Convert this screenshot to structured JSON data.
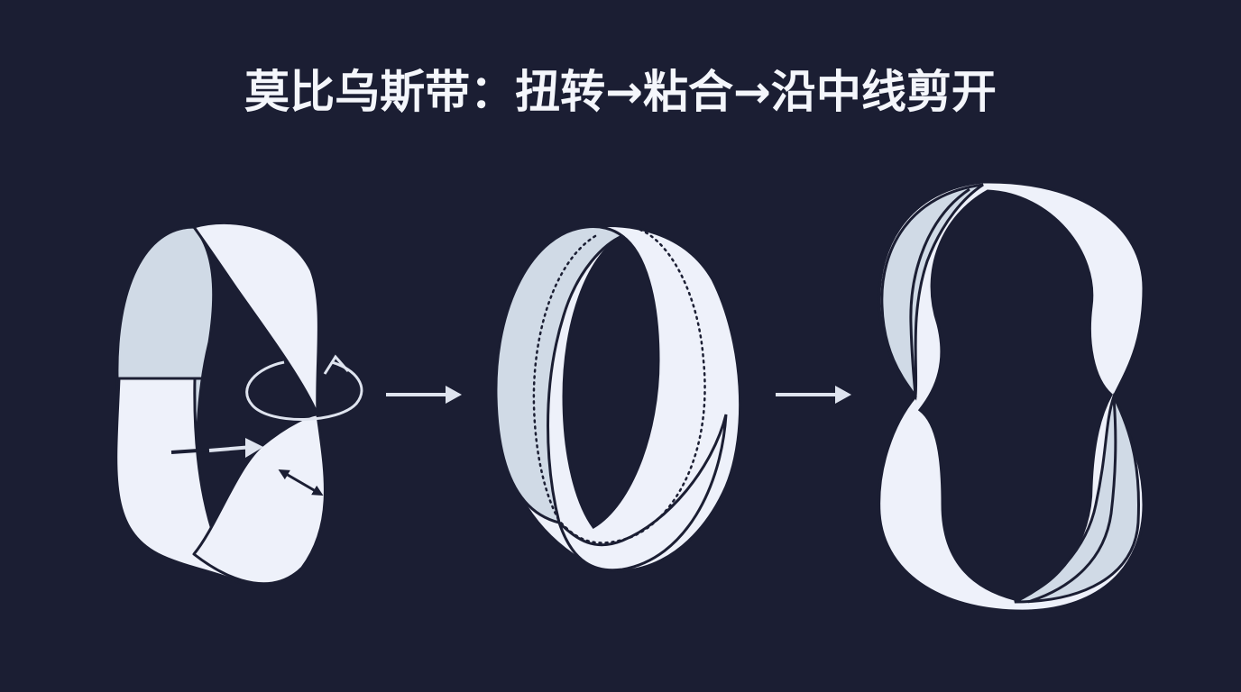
{
  "title": "莫比乌斯带：扭转→粘合→沿中线剪开",
  "colors": {
    "background": "#1b1e33",
    "band_light": "#eef1fa",
    "band_shade": "#d0dae6",
    "outline": "#1b1e33",
    "arrow": "#dfe4ef"
  },
  "steps": [
    {
      "name": "twist-and-glue",
      "icons": [
        "twist-rotation-icon",
        "glue-arrow-icon",
        "width-arrow-icon"
      ]
    },
    {
      "name": "mobius-strip",
      "icons": [
        "cut-line-dotted"
      ]
    },
    {
      "name": "cut-result-loop",
      "icons": []
    }
  ],
  "connectors": [
    "right-arrow-icon",
    "right-arrow-icon"
  ]
}
